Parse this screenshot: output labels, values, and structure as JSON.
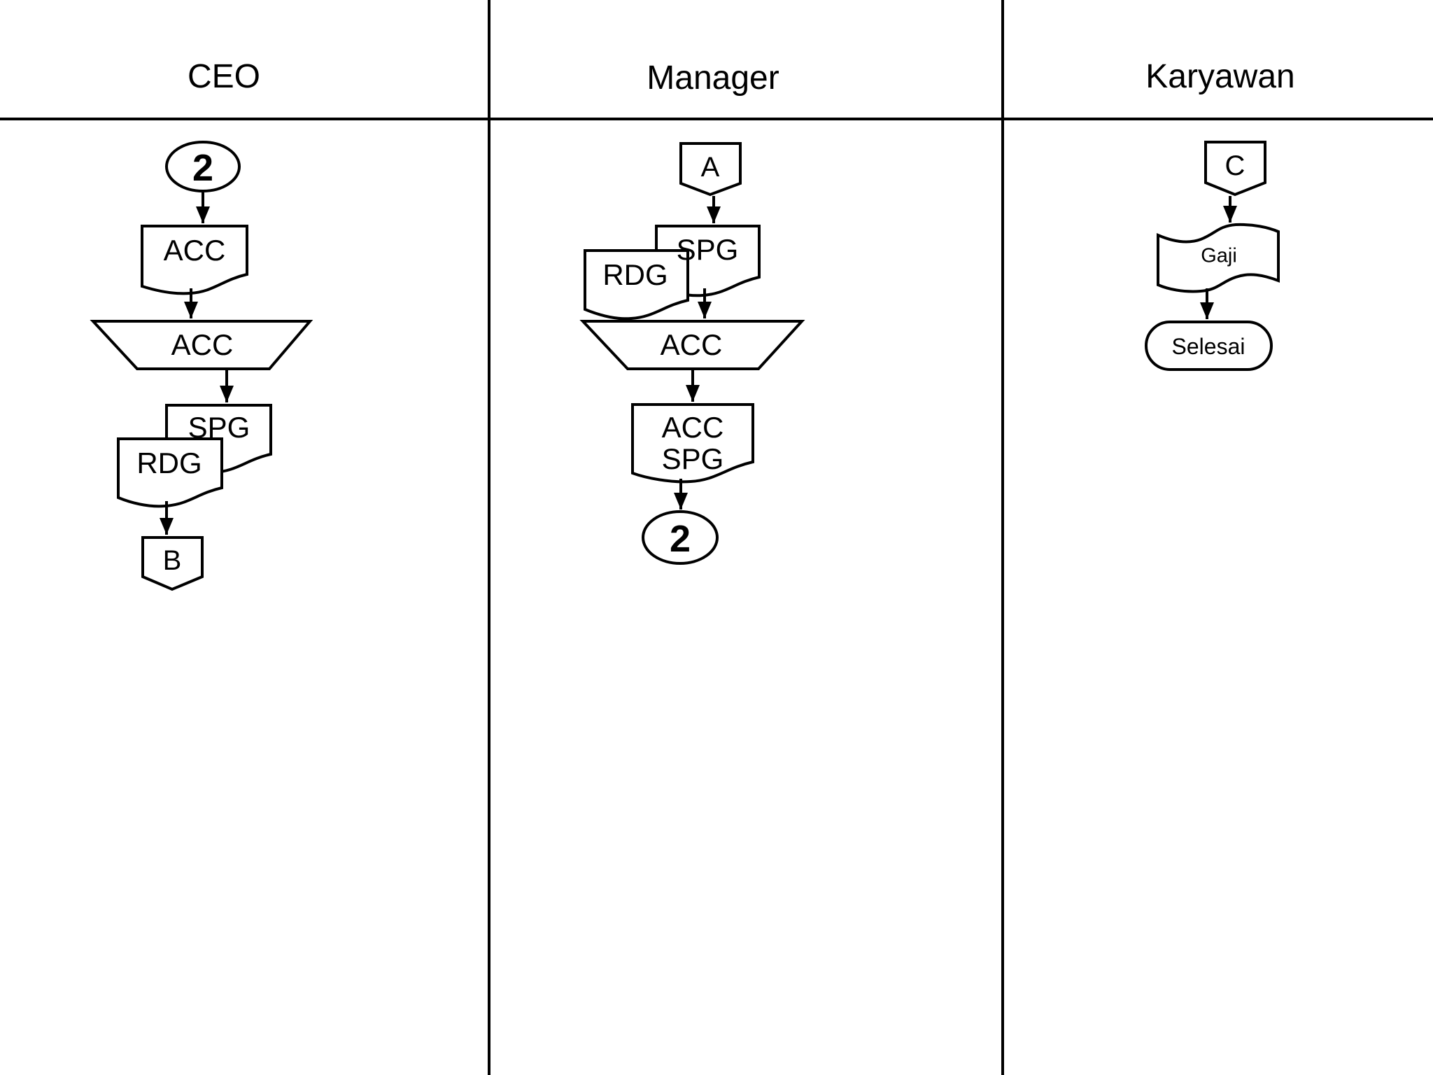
{
  "colors": {
    "stroke": "#000000",
    "background": "#ffffff"
  },
  "lanes": {
    "ceo": {
      "title": "CEO"
    },
    "manager": {
      "title": "Manager"
    },
    "karyawan": {
      "title": "Karyawan"
    }
  },
  "ceo": {
    "connector_in": "2",
    "doc_acc": "ACC",
    "manual_acc": "ACC",
    "doc_spg": "SPG",
    "doc_rdg": "RDG",
    "offpage_out": "B"
  },
  "manager": {
    "offpage_in": "A",
    "doc_spg": "SPG",
    "doc_rdg": "RDG",
    "manual_acc": "ACC",
    "doc_accspg_line1": "ACC",
    "doc_accspg_line2": "SPG",
    "connector_out": "2"
  },
  "karyawan": {
    "offpage_in": "C",
    "doc_gaji": "Gaji",
    "terminator": "Selesai"
  }
}
